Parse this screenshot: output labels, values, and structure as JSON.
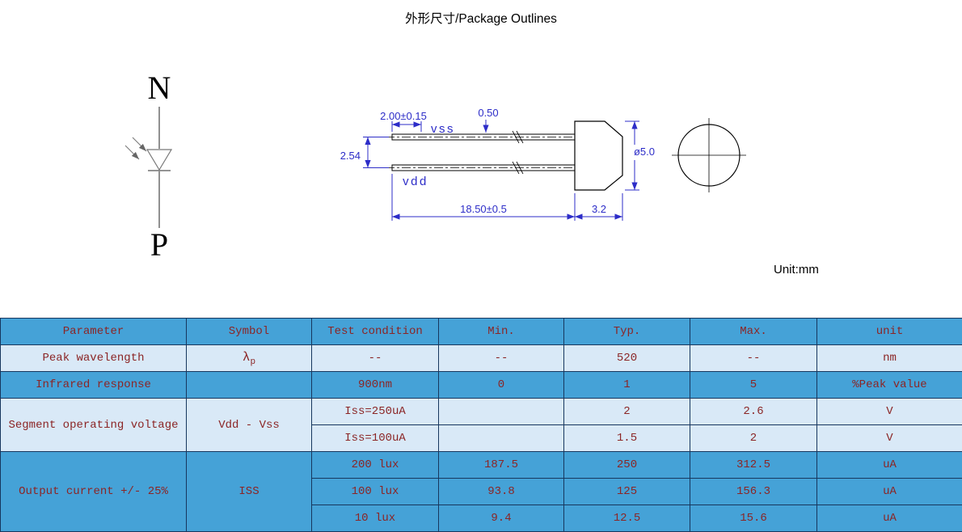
{
  "page": {
    "title": "外形尺寸/Package Outlines",
    "unit_note": "Unit:mm"
  },
  "drawing": {
    "polarity_top": "N",
    "polarity_bottom": "P",
    "lead_top_label": "vss",
    "lead_bottom_label": "vdd",
    "dims": {
      "lead_offset": "2.00±0.15",
      "lead_thickness": "0.50",
      "lead_pitch": "2.54",
      "lead_length": "18.50±0.5",
      "body_length": "3.2",
      "body_diameter": "ø5.0"
    }
  },
  "colors": {
    "dimension_blue": "#2d2dc8",
    "table_header_bg": "#45A2D7",
    "table_light_row_bg": "#D9E9F7",
    "table_text": "#8B2525",
    "table_border": "#17375E"
  },
  "table": {
    "headers": [
      "Parameter",
      "Symbol",
      "Test condition",
      "Min.",
      "Typ.",
      "Max.",
      "unit"
    ],
    "peak": {
      "parameter": "Peak wavelength",
      "symbol_main": "λ",
      "symbol_sub": "p",
      "condition": "--",
      "min": "--",
      "typ": "520",
      "max": "--",
      "unit": "nm"
    },
    "infrared": {
      "parameter": "Infrared response",
      "symbol": "",
      "condition": "900nm",
      "min": "0",
      "typ": "1",
      "max": "5",
      "unit": "%Peak value"
    },
    "segment": {
      "parameter": "Segment operating voltage",
      "symbol": "Vdd - Vss",
      "rows": [
        {
          "condition": "Iss=250uA",
          "min": "",
          "typ": "2",
          "max": "2.6",
          "unit": "V"
        },
        {
          "condition": "Iss=100uA",
          "min": "",
          "typ": "1.5",
          "max": "2",
          "unit": "V"
        }
      ]
    },
    "output": {
      "parameter": "Output current +/- 25%",
      "symbol": "ISS",
      "rows": [
        {
          "condition": "200 lux",
          "min": "187.5",
          "typ": "250",
          "max": "312.5",
          "unit": "uA"
        },
        {
          "condition": "100 lux",
          "min": "93.8",
          "typ": "125",
          "max": "156.3",
          "unit": "uA"
        },
        {
          "condition": "10 lux",
          "min": "9.4",
          "typ": "12.5",
          "max": "15.6",
          "unit": "uA"
        }
      ]
    }
  }
}
